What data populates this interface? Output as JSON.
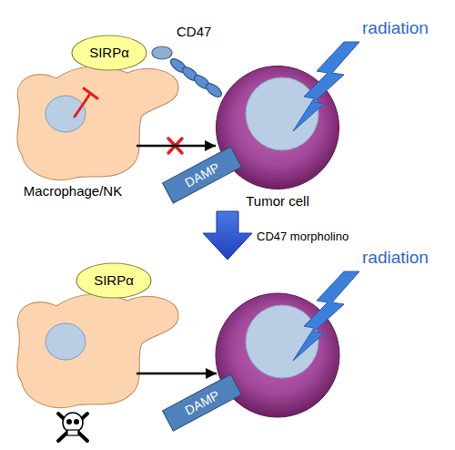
{
  "diagram": {
    "nodes": [
      {
        "text": [
          "Macrophage/NK"
        ]
      },
      {
        "text": [
          "SIRPα"
        ]
      },
      {
        "text": [
          "CD47"
        ]
      },
      {
        "text": [
          "Tumor cell"
        ]
      },
      {
        "text": [
          "DAMP"
        ]
      },
      {
        "text": [
          "SIRPα"
        ]
      },
      {
        "text": [
          "DAMP"
        ]
      }
    ],
    "edges": [
      {
        "from": 0,
        "to": 3,
        "arrow": "to"
      }
    ],
    "labels": [
      "radiation",
      "CD47 morpholino",
      "radiation"
    ]
  }
}
